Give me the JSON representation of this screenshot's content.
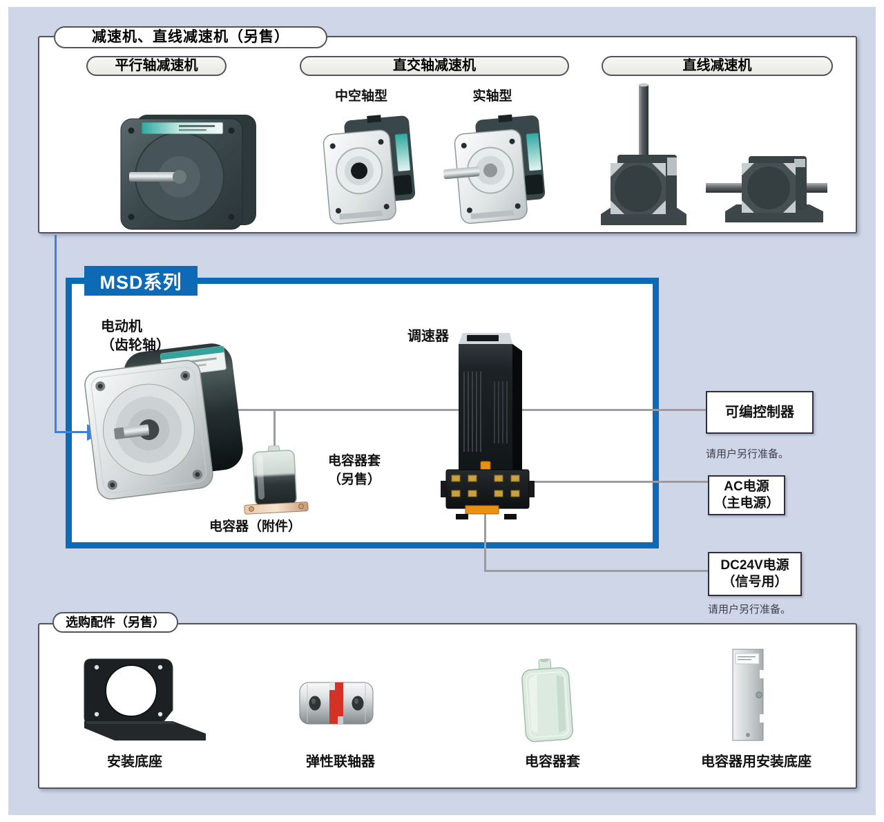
{
  "colors": {
    "accent_blue": "#0c6ab6",
    "panel_bg": "#ced6e8",
    "line_gray": "#9b9ba1",
    "arrow_blue": "#3b82d6",
    "border_dark": "#53535f"
  },
  "top_section": {
    "title": "减速机、直线减速机（另售）",
    "groups": [
      {
        "label": "平行轴减速机"
      },
      {
        "label": "直交轴减速机",
        "sub_types": [
          "中空轴型",
          "实轴型"
        ]
      },
      {
        "label": "直线减速机"
      }
    ]
  },
  "msd_section": {
    "badge": "MSD系列",
    "motor_label_1": "电动机",
    "motor_label_2": "（齿轮轴）",
    "speed_controller_label": "调速器",
    "capacitor_cover_label_1": "电容器套",
    "capacitor_cover_label_2": "（另售）",
    "capacitor_label": "电容器（附件）"
  },
  "external_connections": {
    "plc": {
      "label": "可编控制器",
      "note": "请用户另行准备。"
    },
    "ac_power": {
      "label_1": "AC电源",
      "label_2": "（主电源）"
    },
    "dc_power": {
      "label_1": "DC24V电源",
      "label_2": "（信号用）",
      "note": "请用户另行准备。"
    }
  },
  "accessories_section": {
    "title": "选购配件（另售）",
    "items": [
      {
        "label": "安装底座",
        "icon": "mounting-bracket"
      },
      {
        "label": "弹性联轴器",
        "icon": "flexible-coupling"
      },
      {
        "label": "电容器套",
        "icon": "capacitor-cover"
      },
      {
        "label": "电容器用安装底座",
        "icon": "capacitor-mounting-plate"
      }
    ]
  }
}
